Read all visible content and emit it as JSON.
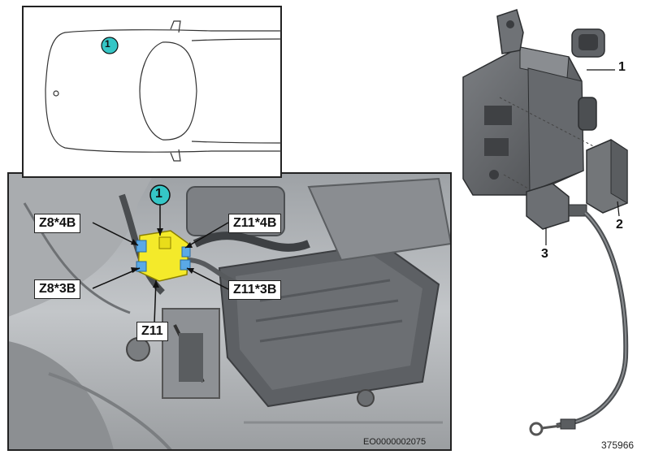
{
  "callout_marker": "1",
  "inset": {
    "marker": "1"
  },
  "photo": {
    "marker": "1",
    "labels": {
      "z8_4b": "Z8*4B",
      "z8_3b": "Z8*3B",
      "z11_4b": "Z11*4B",
      "z11_3b": "Z11*3B",
      "z11": "Z11"
    },
    "code": "EO0000002075"
  },
  "parts": {
    "part1": "1",
    "part2": "2",
    "part3": "3",
    "reference": "375966"
  },
  "colors": {
    "marker_fill": "#35c6c6",
    "highlight": "#f4ea2a",
    "connector_blue": "#5aa9e6",
    "photo_bg": "#bcbfc2"
  }
}
